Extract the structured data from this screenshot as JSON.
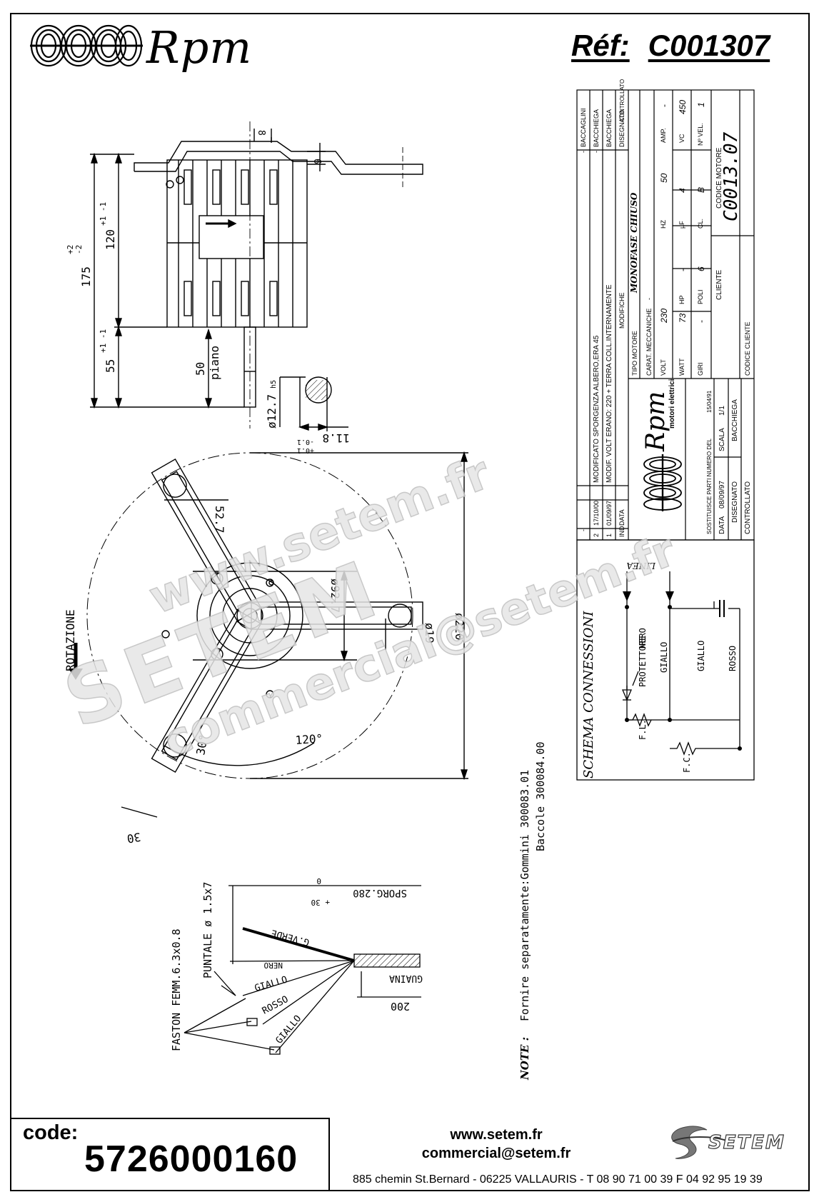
{
  "header": {
    "brand": "Rpm",
    "ref_label": "Réf:",
    "ref_value": "C001307"
  },
  "shaft_dims": {
    "d8": "8",
    "d6": "6",
    "d175": "175",
    "d175_tol_plus": "+2",
    "d175_tol_minus": "-2",
    "d120": "120",
    "d120_tol": "+1 -1",
    "d55": "55",
    "d55_tol": "+1 -1",
    "d50": "50",
    "piano": "piano",
    "d12_7": "ø12.7",
    "h5": "h5",
    "d11_8": "11.8",
    "tol_m01": "-0.1",
    "tol_p01": "+0.1"
  },
  "front_dims": {
    "d52_7": "52.7",
    "d92_7": "ø92.7",
    "d19": "ø19",
    "d220": "ø220",
    "a120": "120°",
    "a30": "30°",
    "d30": "30",
    "rotazione": "ROTAZIONE"
  },
  "cable_dims": {
    "sporg": "SPORG.280",
    "sporg_tol": "0",
    "sporg_tol2": "+ 30",
    "puntale": "PUNTALE ø 1.5x7",
    "faston": "FASTON FEMM.6.3x0.8",
    "g_verde": "G.VERDE",
    "nero": "NERO",
    "giallo1": "GIALLO",
    "rosso": "ROSSO",
    "giallo2": "GIALLO",
    "guaina": "GUAINA",
    "d200": "200"
  },
  "note": {
    "label": "NOTE :",
    "line1": "Fornire separatamente:Gommini 300083.01",
    "line2": "Baccole 300084.00"
  },
  "title_block": {
    "rev_dash1": "-",
    "rev_dash2": "-",
    "rev_dash3": "-",
    "rev2_num": "2",
    "rev2_date": "17/10/00",
    "rev2_desc": "MODIFICATO SPORGENZA ALBERO,ERA 45",
    "rev2_draw": "BACCHIEGA",
    "rev1_num": "1",
    "rev1_date": "01/09/97",
    "rev1_desc": "MODIF. VOLT ERANO: 220 + TERRA COLL.INTERNAMENTE",
    "rev1_draw": "BACCHIEGA",
    "hdr_ind": "IND",
    "hdr_data": "DATA",
    "hdr_modifiche": "MODIFICHE",
    "hdr_disegnato": "DISEGNATO",
    "hdr_controllato": "CONTROLLATO",
    "baccaglini": "BACCAGLINI",
    "tipo_motore": "TIPO MOTORE",
    "tipo_value": "MONOFASE CHIUSO",
    "carat": "CARAT. MECCANICHE",
    "carat_value": "-",
    "volt": "VOLT",
    "volt_value": "230",
    "hz": "HZ",
    "hz_value": "50",
    "amp": "AMP.",
    "amp_value": "-",
    "watt": "WATT",
    "watt_value": "73",
    "hp": "HP",
    "hp_value": "-",
    "uf": "µF",
    "uf_value": "4",
    "vc": "VC",
    "vc_value": "450",
    "giri": "GIRI",
    "giri_value": "-",
    "poli": "POLI",
    "poli_value": "6",
    "cl": "CL.",
    "cl_value": "B",
    "nvel": "Nº VEL.",
    "nvel_value": "1",
    "cliente": "CLIENTE",
    "codice_motore": "CODICE MOTORE",
    "codice_motore_value": "C0013.07",
    "codice_cliente": "CODICE CLIENTE",
    "logo_text": "Rpm",
    "logo_sub": "motori elettrici",
    "sostituisce": "SOSTITUISCE PARTI NUMERO DEL",
    "sostituisce_date": "15/04/91",
    "data": "DATA",
    "data_value": "08/09/97",
    "scala": "SCALA",
    "scala_value": "1/1",
    "disegnato": "DISEGNATO",
    "disegnato_value": "BACCHIEGA",
    "controllato": "CONTROLLATO"
  },
  "schema": {
    "title": "SCHEMA CONNESSIONI",
    "linea": "LINEA",
    "nero": "NERO",
    "protettore": "PROTETTORE",
    "giallo1": "GIALLO",
    "giallo2": "GIALLO",
    "rosso": "ROSSO",
    "fl": "F.L.",
    "fc": "F.C."
  },
  "watermark": {
    "w1": "www.setem.fr",
    "w2": "SETEM",
    "w3": "commercial@setem.fr"
  },
  "footer": {
    "code_label": "code:",
    "code_value": "5726000160",
    "web": "www.setem.fr",
    "email": "commercial@setem.fr",
    "address": "885 chemin St.Bernard  -  06225 VALLAURIS  -  T 08 90 71 00 39   F 04 92 95 19 39",
    "logo": "SETEM"
  }
}
